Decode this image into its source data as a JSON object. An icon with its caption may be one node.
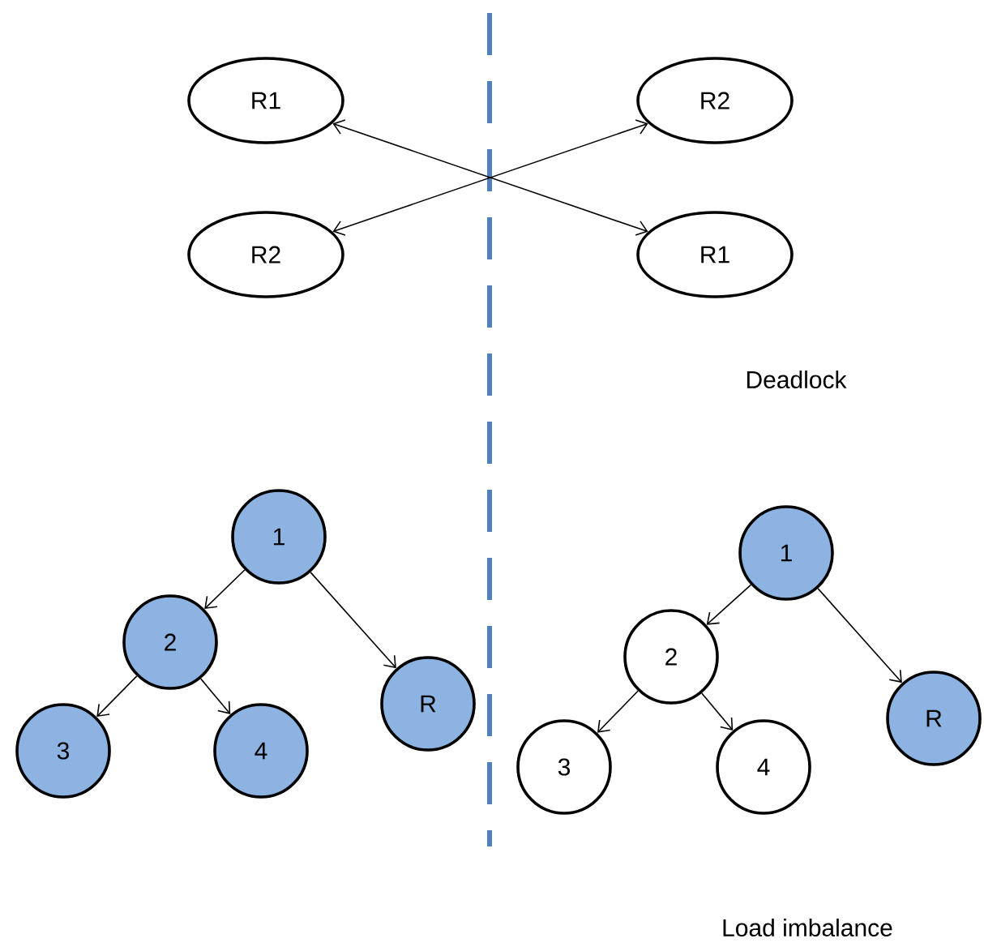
{
  "diagram": {
    "nodes": [
      {
        "text": [
          "R1"
        ]
      },
      {
        "text": [
          "R2"
        ]
      },
      {
        "text": [
          "R2"
        ]
      },
      {
        "text": [
          "R1"
        ]
      },
      {
        "text": [
          "1"
        ]
      },
      {
        "text": [
          "2"
        ]
      },
      {
        "text": [
          "3"
        ]
      },
      {
        "text": [
          "4"
        ]
      },
      {
        "text": [
          "R"
        ]
      },
      {
        "text": [
          "1"
        ]
      },
      {
        "text": [
          "2"
        ]
      },
      {
        "text": [
          "3"
        ]
      },
      {
        "text": [
          "4"
        ]
      },
      {
        "text": [
          "R"
        ]
      }
    ],
    "edges": [
      {
        "from": 0,
        "to": 3,
        "arrow": "both"
      },
      {
        "from": 2,
        "to": 1,
        "arrow": "both"
      },
      {
        "from": 4,
        "to": 5,
        "arrow": "to"
      },
      {
        "from": 4,
        "to": 8,
        "arrow": "to"
      },
      {
        "from": 5,
        "to": 6,
        "arrow": "to"
      },
      {
        "from": 5,
        "to": 7,
        "arrow": "to"
      },
      {
        "from": 9,
        "to": 10,
        "arrow": "to"
      },
      {
        "from": 9,
        "to": 13,
        "arrow": "to"
      },
      {
        "from": 10,
        "to": 11,
        "arrow": "to"
      },
      {
        "from": 10,
        "to": 12,
        "arrow": "to"
      }
    ],
    "labels": [
      "Deadlock",
      "Load imbalance"
    ]
  }
}
